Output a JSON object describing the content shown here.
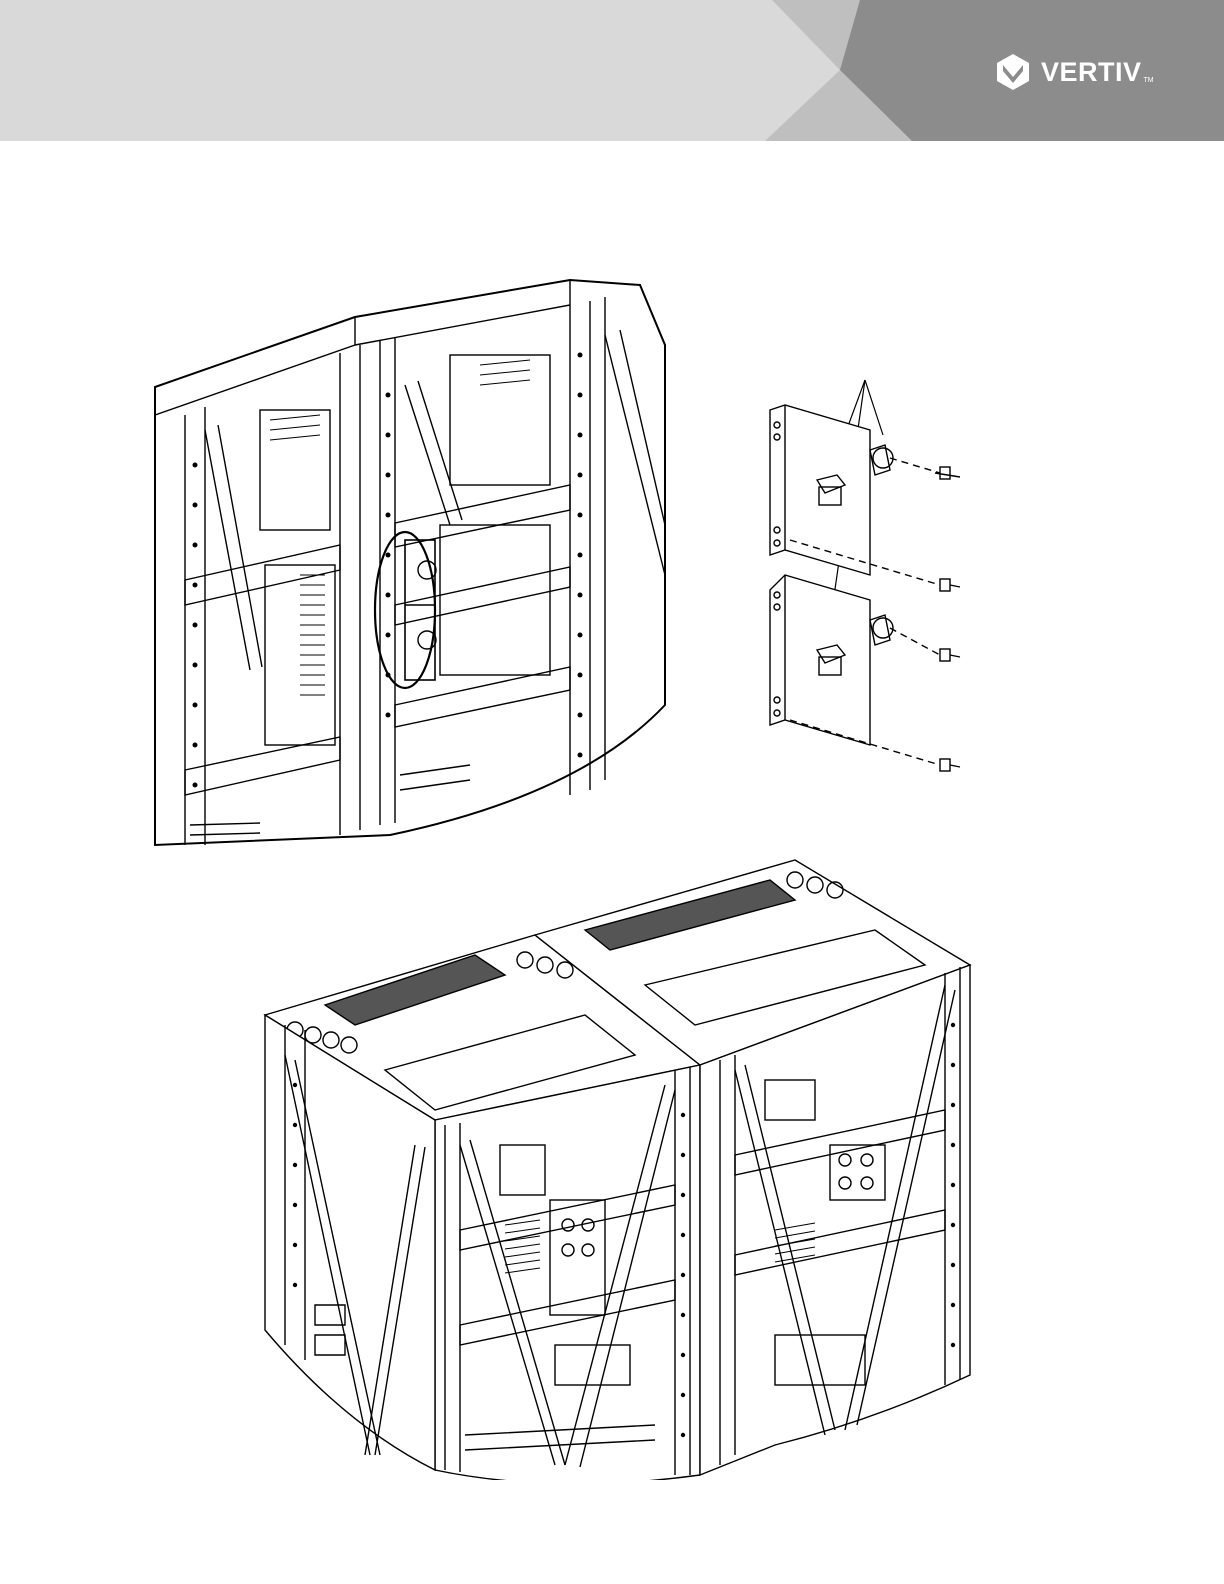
{
  "header": {
    "brand_name": "VERTIV",
    "brand_tm": "TM",
    "colors": {
      "light_band": "#d9d9d9",
      "mid_chevron": "#bfbfbf",
      "dark_chevron": "#8c8c8c",
      "logo_text": "#ffffff"
    },
    "logo_icon": "vertiv-chevron-icon"
  },
  "figures": [
    {
      "id": "fig-top-left",
      "icon": "cabinet-frame-closeup-drawing"
    },
    {
      "id": "fig-detail",
      "icon": "bracket-bolt-exploded-drawing"
    },
    {
      "id": "fig-bottom",
      "icon": "two-cabinet-assembly-drawing"
    }
  ]
}
